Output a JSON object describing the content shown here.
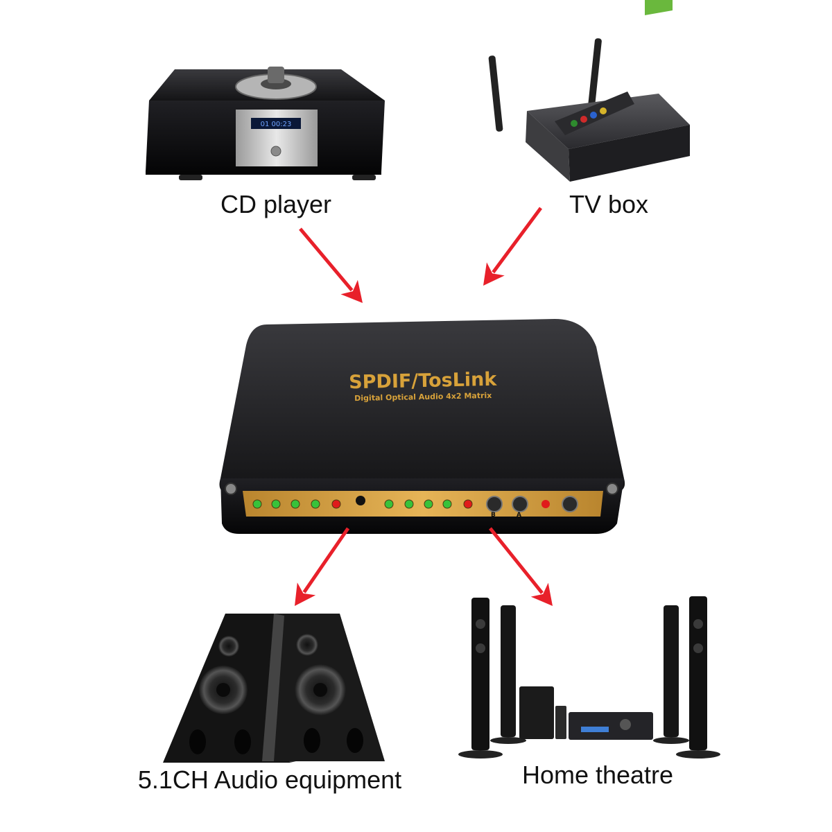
{
  "sources": {
    "cd_player": {
      "label": "CD player",
      "display": "01 00:23"
    },
    "tv_box": {
      "label": "TV box"
    }
  },
  "device": {
    "title": "SPDIF/TosLink",
    "subtitle": "Digital Optical Audio 4x2 Matrix",
    "buttons": [
      "B",
      "A"
    ],
    "led_colors": {
      "green": "#38c23a",
      "red": "#e01b1b"
    }
  },
  "outputs": {
    "audio_equipment": {
      "label": "5.1CH Audio equipment"
    },
    "home_theatre": {
      "label": "Home theatre"
    }
  },
  "colors": {
    "arrow": "#e8202a",
    "device_body": "#1b1b1d",
    "device_text": "#d8a23a"
  }
}
